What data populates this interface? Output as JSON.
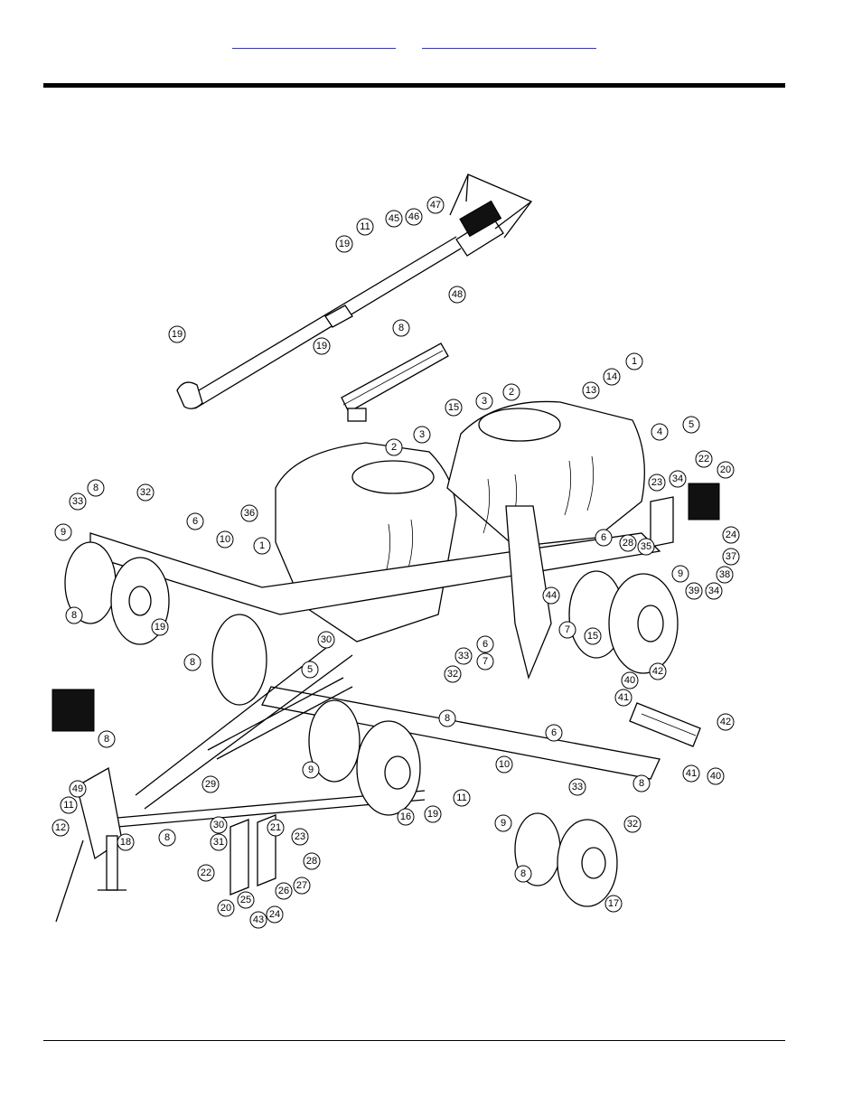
{
  "header": {
    "links": [
      {
        "label": ""
      },
      {
        "label": ""
      }
    ]
  },
  "diagram": {
    "callouts": [
      "1",
      "2",
      "3",
      "4",
      "5",
      "6",
      "7",
      "8",
      "9",
      "10",
      "11",
      "12",
      "13",
      "14",
      "15",
      "16",
      "17",
      "18",
      "19",
      "20",
      "21",
      "22",
      "23",
      "24",
      "25",
      "26",
      "27",
      "28",
      "29",
      "30",
      "31",
      "32",
      "33",
      "34",
      "35",
      "36",
      "37",
      "38",
      "39",
      "40",
      "41",
      "42",
      "43",
      "44",
      "45",
      "46",
      "47",
      "48",
      "49"
    ]
  }
}
